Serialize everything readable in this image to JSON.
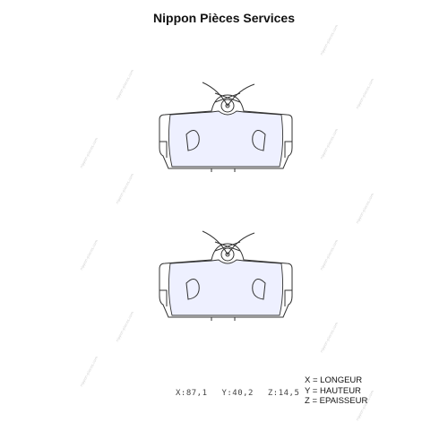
{
  "title": "Nippon Pièces Services",
  "dimensions": {
    "x": "X:87,1",
    "y": "Y:40,2",
    "z": "Z:14,5"
  },
  "legend": {
    "x": "X = LONGEUR",
    "y": "Y = HAUTEUR",
    "z": "Z = EPAISSEUR"
  },
  "watermark_text": "nippon-pieces.com",
  "colors": {
    "outline": "#333333",
    "shim_fill": "#eef0ff",
    "watermark": "#d0d0d0"
  }
}
